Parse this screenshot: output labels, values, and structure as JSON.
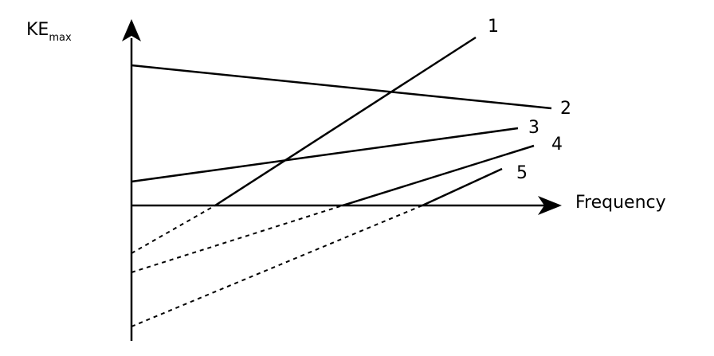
{
  "diagram": {
    "y_axis_label": {
      "main": "KE",
      "subscript": "max"
    },
    "x_axis_label": "Frequency",
    "lines": [
      {
        "label": "1"
      },
      {
        "label": "2"
      },
      {
        "label": "3"
      },
      {
        "label": "4"
      },
      {
        "label": "5"
      }
    ],
    "colors": {
      "ink": "#000000",
      "background": "#ffffff"
    }
  }
}
